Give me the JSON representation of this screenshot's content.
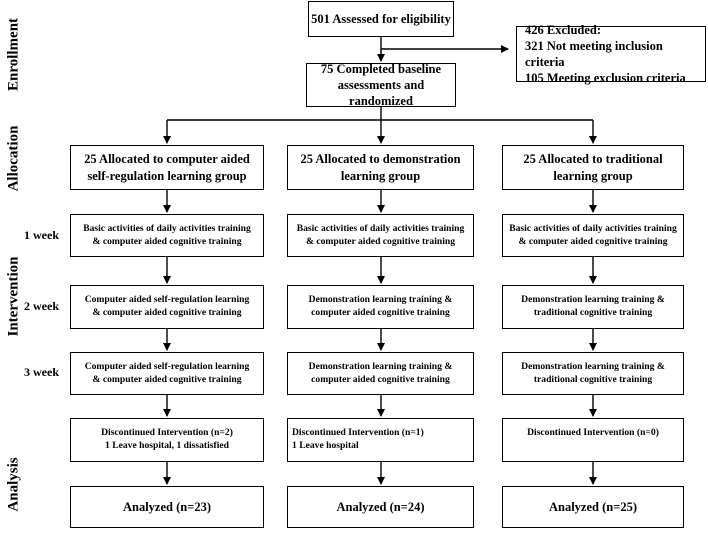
{
  "phases": {
    "enrollment": "Enrollment",
    "allocation": "Allocation",
    "intervention": "Intervention",
    "analysis": "Analysis"
  },
  "weeks": [
    "1 week",
    "2 week",
    "3 week"
  ],
  "assessed": "501 Assessed for eligibility",
  "excluded": {
    "line1": "426 Excluded:",
    "line2": "321 Not meeting inclusion criteria",
    "line3": "105 Meeting exclusion criteria"
  },
  "randomized": {
    "line1": "75 Completed baseline",
    "line2": "assessments and randomized"
  },
  "groups": [
    {
      "alloc": [
        "25 Allocated to computer aided",
        "self-regulation learning group"
      ],
      "week1": [
        "Basic activities of daily activities training",
        "& computer aided cognitive training"
      ],
      "week2": [
        "Computer aided self-regulation learning",
        "& computer aided cognitive training"
      ],
      "week3": [
        "Computer aided self-regulation learning",
        "& computer aided cognitive training"
      ],
      "discontinued": [
        "Discontinued Intervention (n=2)",
        "1 Leave hospital, 1 dissatisfied"
      ],
      "analyzed": "Analyzed (n=23)"
    },
    {
      "alloc": [
        "25 Allocated to demonstration",
        "learning group"
      ],
      "week1": [
        "Basic activities of daily activities training",
        "& computer aided cognitive training"
      ],
      "week2": [
        "Demonstration learning training &",
        "computer aided cognitive training"
      ],
      "week3": [
        "Demonstration learning training &",
        "computer aided cognitive training"
      ],
      "discontinued": [
        "Discontinued Intervention (n=1)",
        "1 Leave hospital"
      ],
      "analyzed": "Analyzed (n=24)"
    },
    {
      "alloc": [
        "25 Allocated to traditional",
        "learning group"
      ],
      "week1": [
        "Basic activities of daily activities training",
        "& computer aided cognitive training"
      ],
      "week2": [
        "Demonstration learning training &",
        "traditional  cognitive training"
      ],
      "week3": [
        "Demonstration learning training &",
        "traditional  cognitive training"
      ],
      "discontinued": [
        "Discontinued Intervention (n=0)",
        ""
      ],
      "analyzed": "Analyzed (n=25)"
    }
  ]
}
